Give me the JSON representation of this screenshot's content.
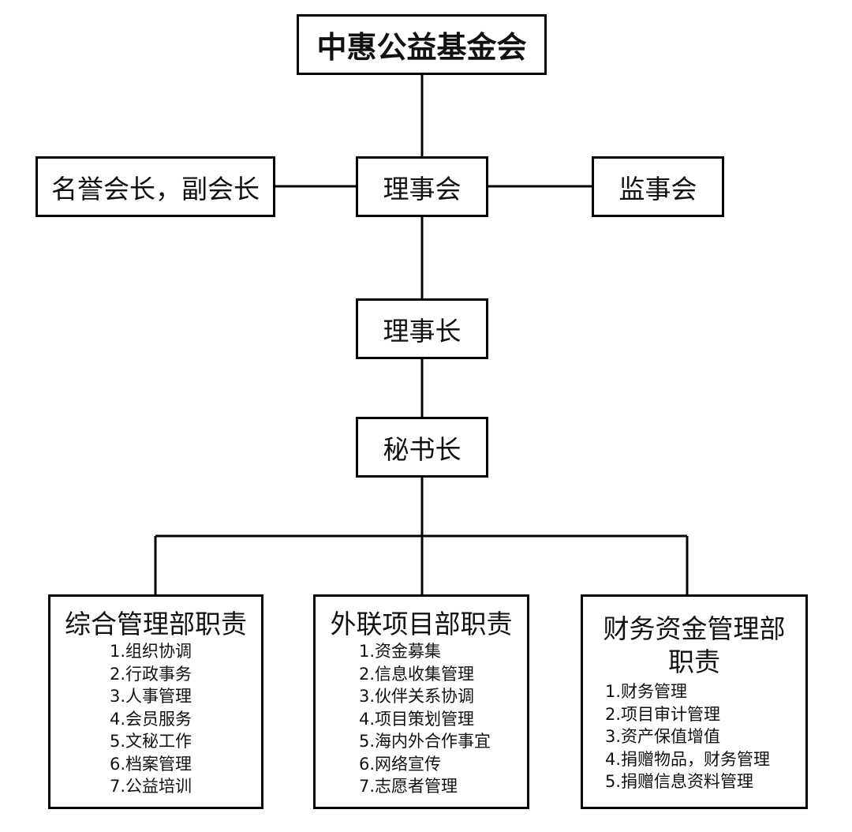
{
  "root": "中惠公益基金会",
  "honorary": "名誉会长，副会长",
  "board": "理事会",
  "supervisors": "监事会",
  "chairman": "理事长",
  "secretary_general": "秘书长",
  "departments": [
    {
      "title": "综合管理部职责",
      "items": [
        "1.组织协调",
        "2.行政事务",
        "3.人事管理",
        "4.会员服务",
        "5.文秘工作",
        "6.档案管理",
        "7.公益培训"
      ]
    },
    {
      "title": "外联项目部职责",
      "items": [
        "1.资金募集",
        "2.信息收集管理",
        "3.伙伴关系协调",
        "4.项目策划管理",
        "5.海内外合作事宜",
        "6.网络宣传",
        "7.志愿者管理"
      ]
    },
    {
      "title": "财务资金管理部职责",
      "items": [
        "1.财务管理",
        "2.项目审计管理",
        "3.资产保值增值",
        "4.捐赠物品，财务管理",
        "5.捐赠信息资料管理"
      ]
    }
  ]
}
